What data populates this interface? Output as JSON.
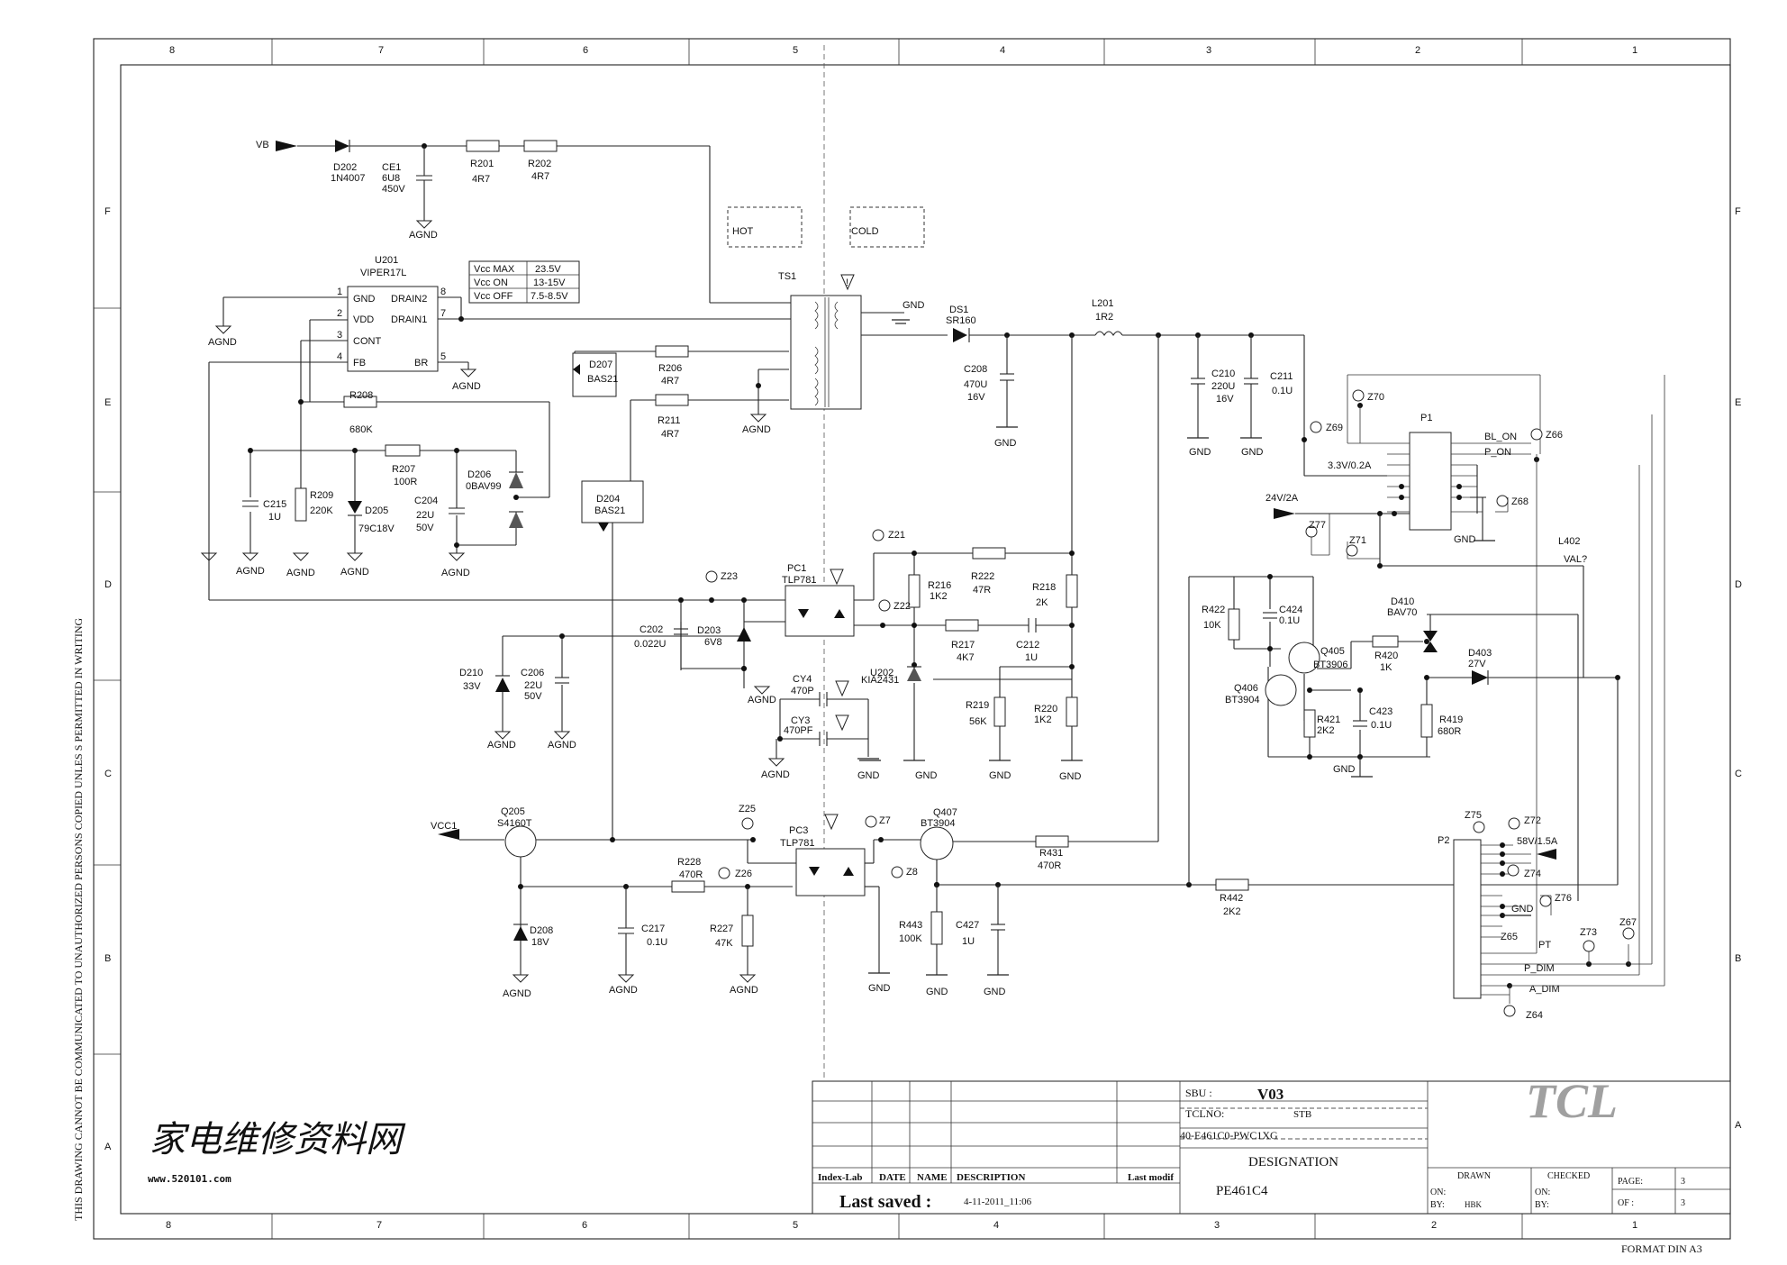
{
  "sheet": {
    "cols": [
      "8",
      "7",
      "6",
      "5",
      "4",
      "3",
      "2",
      "1"
    ],
    "rows": [
      "F",
      "E",
      "D",
      "C",
      "B",
      "A"
    ],
    "side_note": "THIS DRAWING CANNOT BE COMMUNICATED TO UNAUTHORIZED PERSONS COPIED UNLES S PERMITTED IN WRITING",
    "format": "FORMAT DIN A3"
  },
  "zones": {
    "hot": "HOT",
    "cold": "COLD"
  },
  "vcc_table": [
    [
      "Vcc MAX",
      "23.5V"
    ],
    [
      "Vcc  ON",
      "13-15V"
    ],
    [
      "Vcc OFF",
      "7.5-8.5V"
    ]
  ],
  "ic_u201": {
    "ref": "U201",
    "part": "VIPER17L",
    "pins_left": [
      [
        "1",
        "GND"
      ],
      [
        "2",
        "VDD"
      ],
      [
        "3",
        "CONT"
      ],
      [
        "4",
        "FB"
      ]
    ],
    "pins_right": [
      [
        "8",
        "DRAIN2"
      ],
      [
        "7",
        "DRAIN1"
      ],
      [
        "5",
        "BR"
      ]
    ]
  },
  "nets": {
    "vb": "VB",
    "agnd": "AGND",
    "gnd": "GND",
    "vcc1": "VCC1",
    "bl_on": "BL_ON",
    "p_on": "P_ON",
    "p33": "3.3V/0.2A",
    "p24": "24V/2A",
    "p58": "58V/1.5A",
    "pt": "PT",
    "p_dim": "P_DIM",
    "a_dim": "A_DIM",
    "val": "VAL?"
  },
  "parts": {
    "d202": [
      "D202",
      "1N4007"
    ],
    "ce1": [
      "CE1",
      "6U8",
      "450V"
    ],
    "r201": [
      "R201",
      "4R7"
    ],
    "r202": [
      "R202",
      "4R7"
    ],
    "ts1": "TS1",
    "d207": [
      "D207",
      "BAS21"
    ],
    "r206": [
      "R206",
      "4R7"
    ],
    "r211": [
      "R211",
      "4R7"
    ],
    "r208": [
      "R208",
      "680K"
    ],
    "r207": [
      "R207",
      "100R"
    ],
    "d206": [
      "D206",
      "0BAV99"
    ],
    "c215": [
      "C215",
      "1U"
    ],
    "r209": [
      "R209",
      "220K"
    ],
    "d205": [
      "D205",
      "79C18V"
    ],
    "c204": [
      "C204",
      "22U",
      "50V"
    ],
    "d204": [
      "D204",
      "BAS21"
    ],
    "ds1": [
      "DS1",
      "SR160"
    ],
    "c208": [
      "C208",
      "470U",
      "16V"
    ],
    "l201": [
      "L201",
      "1R2"
    ],
    "c210": [
      "C210",
      "220U",
      "16V"
    ],
    "c211": [
      "C211",
      "0.1U"
    ],
    "pc1": [
      "PC1",
      "TLP781"
    ],
    "r216": [
      "R216",
      "1K2"
    ],
    "r222": [
      "R222",
      "47R"
    ],
    "r218": [
      "R218",
      "2K"
    ],
    "r217": [
      "R217",
      "4K7"
    ],
    "c212": [
      "C212",
      "1U"
    ],
    "u202": [
      "U202",
      "KIA2431"
    ],
    "r219": [
      "R219",
      "56K"
    ],
    "r220": [
      "R220",
      "1K2"
    ],
    "c202": [
      "C202",
      "0.022U"
    ],
    "d203": [
      "D203",
      "6V8"
    ],
    "d210": [
      "D210",
      "33V"
    ],
    "c206": [
      "C206",
      "22U",
      "50V"
    ],
    "cy4": [
      "CY4",
      "470P"
    ],
    "cy3": [
      "CY3",
      "470PF"
    ],
    "q205": [
      "Q205",
      "S4160T"
    ],
    "d208": [
      "D208",
      "18V"
    ],
    "c217": [
      "C217",
      "0.1U"
    ],
    "r228": [
      "R228",
      "470R"
    ],
    "r227": [
      "R227",
      "47K"
    ],
    "pc3": [
      "PC3",
      "TLP781"
    ],
    "q407": [
      "Q407",
      "BT3904"
    ],
    "r431": [
      "R431",
      "470R"
    ],
    "r443": [
      "R443",
      "100K"
    ],
    "c427": [
      "C427",
      "1U"
    ],
    "r442": [
      "R442",
      "2K2"
    ],
    "r422": [
      "R422",
      "10K"
    ],
    "c424": [
      "C424",
      "0.1U"
    ],
    "q405": [
      "Q405",
      "BT3906"
    ],
    "q406": [
      "Q406",
      "BT3904"
    ],
    "r420": [
      "R420",
      "1K"
    ],
    "d410": [
      "D410",
      "BAV70"
    ],
    "d403": [
      "D403",
      "27V"
    ],
    "r421": [
      "R421",
      "2K2"
    ],
    "c423": [
      "C423",
      "0.1U"
    ],
    "r419": [
      "R419",
      "680R"
    ],
    "p1": "P1",
    "p2": "P2",
    "l402": "L402"
  },
  "tps": [
    "Z21",
    "Z22",
    "Z23",
    "Z25",
    "Z26",
    "Z7",
    "Z8",
    "Z69",
    "Z70",
    "Z66",
    "Z68",
    "Z77",
    "Z71",
    "Z75",
    "Z72",
    "Z74",
    "Z76",
    "Z65",
    "Z73",
    "Z67",
    "Z64"
  ],
  "title_block": {
    "sbu_label": "SBU :",
    "sbu_value": "V03",
    "tclno_label": "TCLNO:",
    "tclno_value": "STB",
    "docno": "40-E461C0-PWC1XG",
    "designation_label": "DESIGNATION",
    "designation_value": "PE461C4",
    "logo": "TCL",
    "cols": [
      "Index-Lab",
      "DATE",
      "NAME",
      "DESCRIPTION",
      "Last modif"
    ],
    "last_saved_label": "Last saved :",
    "last_saved_value": "4-11-2011_11:06",
    "drawn": "DRAWN",
    "checked": "CHECKED",
    "on": "ON:",
    "by": "BY:",
    "by_value": "HBK",
    "page_label": "PAGE:",
    "page_value": "3",
    "of_label": "OF :",
    "of_value": "3"
  },
  "watermark": {
    "cn": "家电维修资料网",
    "url": "www.520101.com"
  }
}
